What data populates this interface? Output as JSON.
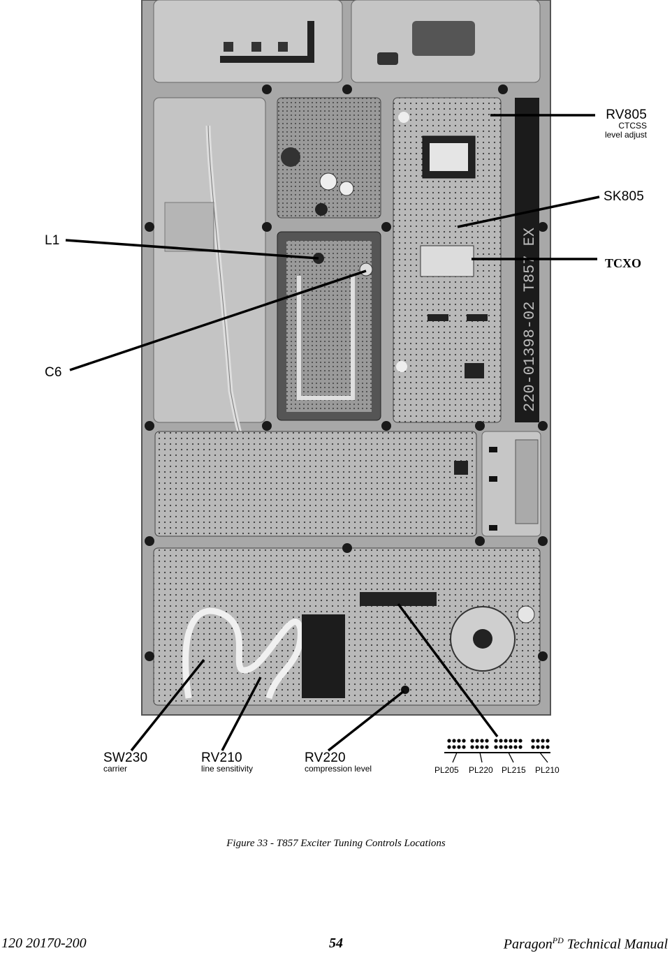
{
  "figure": {
    "board_marking": "220-01398-02  T857 EX",
    "callouts": {
      "rv805": {
        "label": "RV805",
        "sub1": "CTCSS",
        "sub2": "level adjust"
      },
      "sk805": {
        "label": "SK805"
      },
      "tcxo": {
        "label": "TCXO"
      },
      "l1": {
        "label": "L1"
      },
      "c6": {
        "label": "C6"
      },
      "sw230": {
        "label": "SW230",
        "sub": "carrier"
      },
      "rv210": {
        "label": "RV210",
        "sub": "line sensitivity"
      },
      "rv220": {
        "label": "RV220",
        "sub": "compression level"
      },
      "plugs": [
        "PL205",
        "PL220",
        "PL215",
        "PL210"
      ]
    },
    "caption": "Figure 33 - T857 Exciter Tuning Controls Locations"
  },
  "footer": {
    "doc_number": "120 20170-200",
    "page_number": "54",
    "manual_title_prefix": "Paragon",
    "manual_title_sup": "PD",
    "manual_title_suffix": " Technical Manual"
  }
}
